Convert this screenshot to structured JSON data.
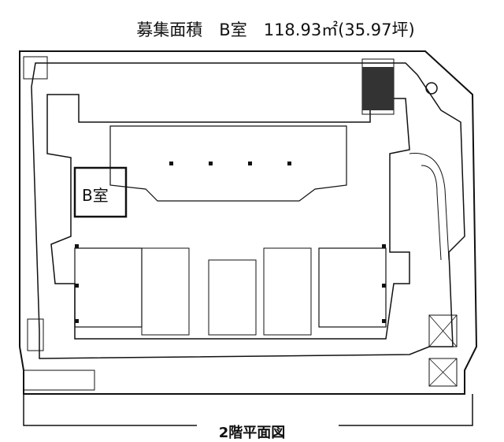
{
  "header": {
    "title": "募集面積　B室　118.93㎡(35.97坪)"
  },
  "plan": {
    "room_label": "B室",
    "highlight_room": "B室"
  },
  "footer": {
    "caption": "2階平面図"
  }
}
